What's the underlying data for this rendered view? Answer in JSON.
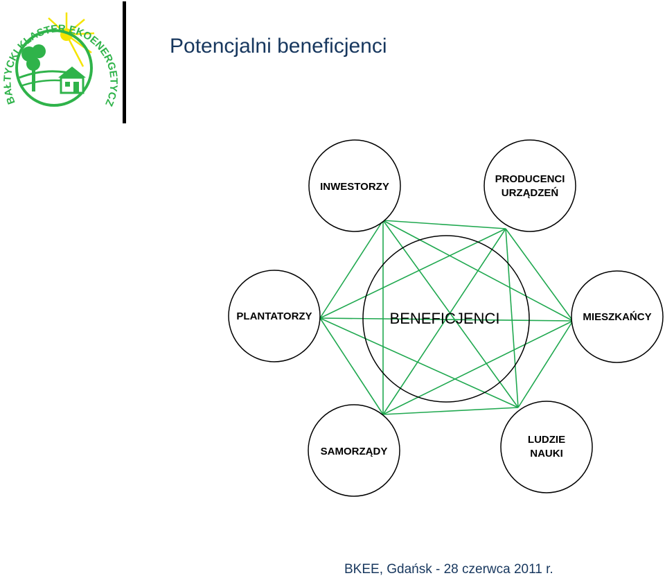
{
  "slide": {
    "title": "Potencjalni beneficjenci",
    "footer": "BKEE, Gdańsk - 28 czerwca 2011 r."
  },
  "logo": {
    "text": "BAŁTYCKI KLASTER EKOENERGETYCZNY",
    "color": "#2fb34a",
    "sun_color": "#f5e400"
  },
  "diagram": {
    "center_label": "BENEFICJENCI",
    "line_color": "#1fa84f",
    "nodes": [
      {
        "id": "inwestorzy",
        "lines": [
          "INWESTORZY"
        ]
      },
      {
        "id": "producenci",
        "lines": [
          "PRODUCENCI",
          "URZĄDZEŃ"
        ]
      },
      {
        "id": "mieszkancy",
        "lines": [
          "MIESZKAŃCY"
        ]
      },
      {
        "id": "ludzie-nauki",
        "lines": [
          "LUDZIE",
          "NAUKI"
        ]
      },
      {
        "id": "samorzady",
        "lines": [
          "SAMORZĄDY"
        ]
      },
      {
        "id": "plantatorzy",
        "lines": [
          "PLANTATORZY"
        ]
      }
    ]
  }
}
